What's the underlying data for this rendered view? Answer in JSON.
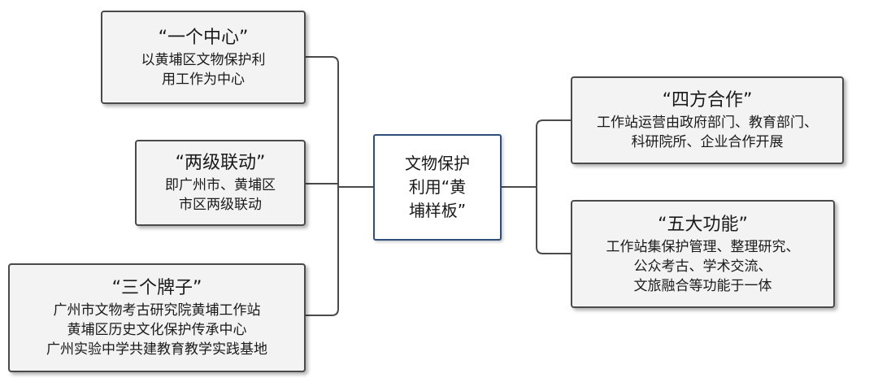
{
  "center": {
    "lines": [
      "文物保护",
      "利用“黄",
      "埔样板”"
    ]
  },
  "left_nodes": [
    {
      "title": "“一个中心”",
      "lines": [
        "以黄埔区文物保护利",
        "用工作为中心"
      ]
    },
    {
      "title": "“两级联动”",
      "lines": [
        "即广州市、黄埔区",
        "市区两级联动"
      ]
    },
    {
      "title": "“三个牌子”",
      "lines": [
        "广州市文物考古研究院黄埔工作站",
        "黄埔区历史文化保护传承中心",
        "广州实验中学共建教育教学实践基地"
      ]
    }
  ],
  "right_nodes": [
    {
      "title": "“四方合作”",
      "lines": [
        "工作站运营由政府部门、教育部门、",
        "科研院所、企业合作开展"
      ]
    },
    {
      "title": "“五大功能”",
      "lines": [
        "工作站集保护管理、整理研究、",
        "公众考古、学术交流、",
        "文旅融合等功能于一体"
      ]
    }
  ],
  "colors": {
    "connector": "#4a4a4a",
    "node_border": "#4a4a4a",
    "node_fill": "#f3f3f3",
    "center_border": "#2e4f7c"
  }
}
